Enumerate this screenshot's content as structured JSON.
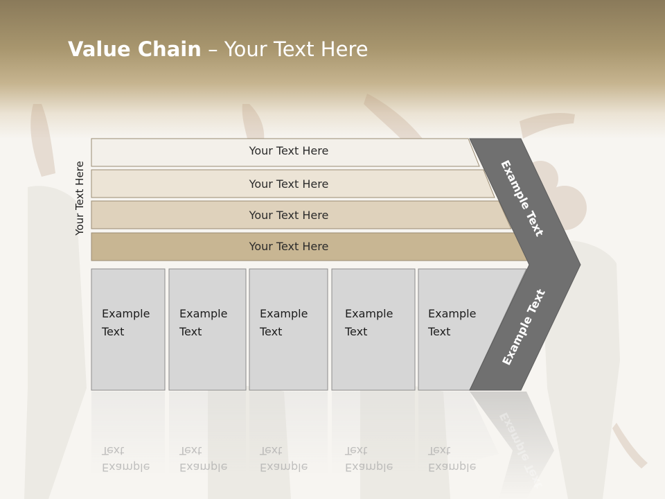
{
  "title": {
    "bold": "Value Chain",
    "rest": " – Your Text Here"
  },
  "vertical_label": "Your Text Here",
  "rows": [
    {
      "label": "Your Text Here",
      "fill": "#f3f0ea"
    },
    {
      "label": "Your Text Here",
      "fill": "#ece4d6"
    },
    {
      "label": "Your Text Here",
      "fill": "#dfd2bc"
    },
    {
      "label": "Your Text Here",
      "fill": "#c8b693"
    }
  ],
  "boxes": [
    {
      "line1": "Example",
      "line2": "Text"
    },
    {
      "line1": "Example",
      "line2": "Text"
    },
    {
      "line1": "Example",
      "line2": "Text"
    },
    {
      "line1": "Example",
      "line2": "Text"
    },
    {
      "line1": "Example",
      "line2": "Text"
    }
  ],
  "chevron": {
    "upper_text": "Example Text",
    "lower_text": "Example Text",
    "fill": "#707070"
  },
  "colors": {
    "box_fill": "#d6d6d6",
    "box_border": "#8c8c8c",
    "row_border": "#9a8b72"
  }
}
